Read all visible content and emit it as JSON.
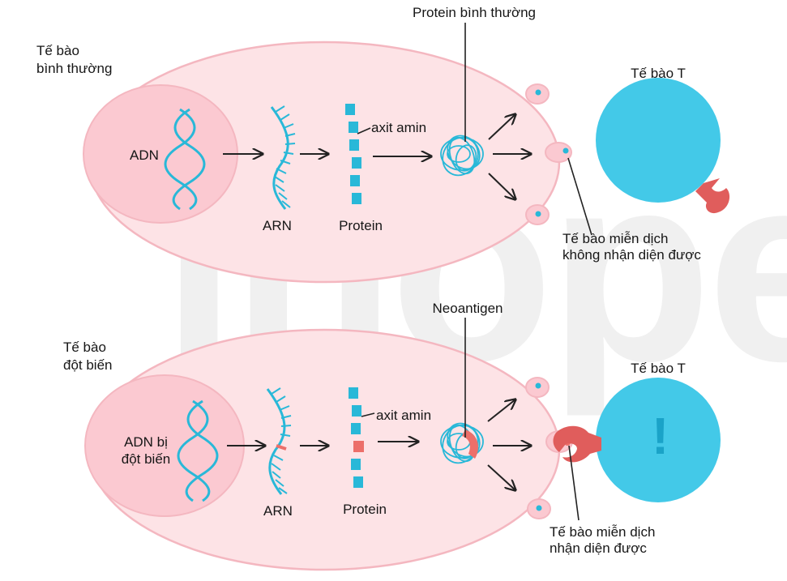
{
  "watermark": "ihope",
  "top_panel": {
    "cell_label_line1": "Tế bào",
    "cell_label_line2": "bình thường",
    "dna_label": "ADN",
    "rna_label": "ARN",
    "protein_label": "Protein",
    "amino_label": "axit amin",
    "folded_protein_label": "Protein bình thường",
    "t_cell_label": "Tế bào T",
    "result_line1": "Tế bào miễn dịch",
    "result_line2": "không nhận diện được"
  },
  "bottom_panel": {
    "cell_label_line1": "Tế bào",
    "cell_label_line2": "đột biến",
    "dna_label_line1": "ADN bị",
    "dna_label_line2": "đột biến",
    "rna_label": "ARN",
    "protein_label": "Protein",
    "amino_label": "axit amin",
    "neoantigen_label": "Neoantigen",
    "t_cell_label": "Tế bào T",
    "alert_symbol": "!",
    "result_line1": "Tế bào miễn dịch",
    "result_line2": "nhận diện được"
  },
  "colors": {
    "cell_fill": "#fde3e6",
    "cell_stroke": "#f4b7c0",
    "nucleus_fill": "#fbc9d1",
    "cyan": "#29b8d8",
    "t_cell": "#43c9e8",
    "receptor": "#e05d5c",
    "mutation": "#ec6f6a",
    "arrow": "#222222",
    "alert": "#1aa3c8"
  }
}
